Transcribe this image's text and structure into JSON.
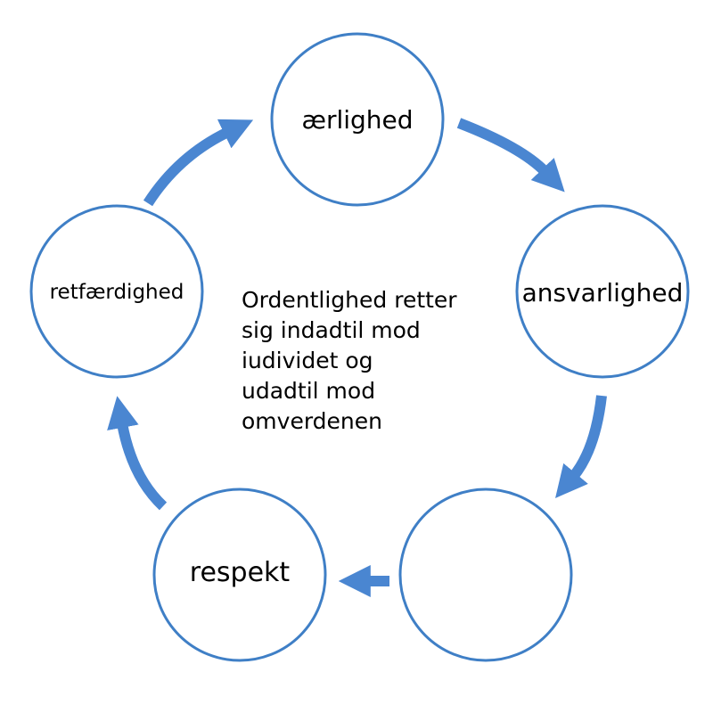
{
  "colors": {
    "circle_stroke": "#3f7fc6",
    "arrow_fill": "#4a86d1",
    "text": "#000000",
    "background": "#ffffff"
  },
  "nodes": [
    {
      "id": "aerlighed",
      "label": "ærlighed"
    },
    {
      "id": "ansvarlighed",
      "label": "ansvarlighed"
    },
    {
      "id": "empty",
      "label": ""
    },
    {
      "id": "respekt",
      "label": "respekt"
    },
    {
      "id": "retfaerdighed",
      "label": "retfærdighed"
    }
  ],
  "center_text": {
    "lines": [
      "Ordentlighed retter",
      "sig indadtil mod",
      "iudividet og",
      "udadtil mod",
      "omverdenen"
    ]
  }
}
